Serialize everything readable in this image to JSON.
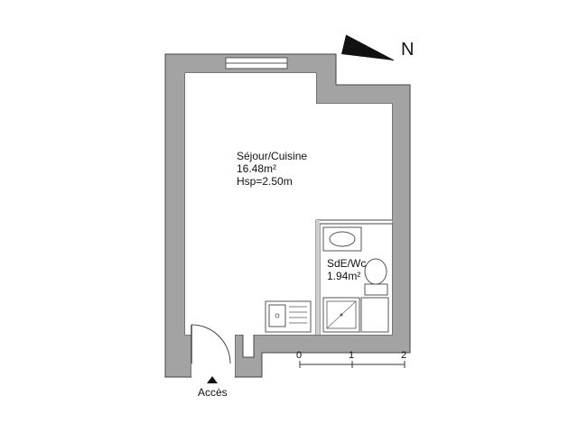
{
  "rooms": {
    "sejour": {
      "name": "Séjour/Cuisine",
      "area": "16.48m²",
      "height": "Hsp=2.50m"
    },
    "sde": {
      "name": "SdE/Wc",
      "area": "1.94m²"
    }
  },
  "compass": {
    "label": "N"
  },
  "entrance": {
    "label": "Accès"
  },
  "scale": {
    "ticks": [
      "0",
      "1",
      "2"
    ]
  },
  "colors": {
    "wall": "#a3a3a3",
    "wall_edge": "#444444",
    "fixture": "#555555"
  }
}
